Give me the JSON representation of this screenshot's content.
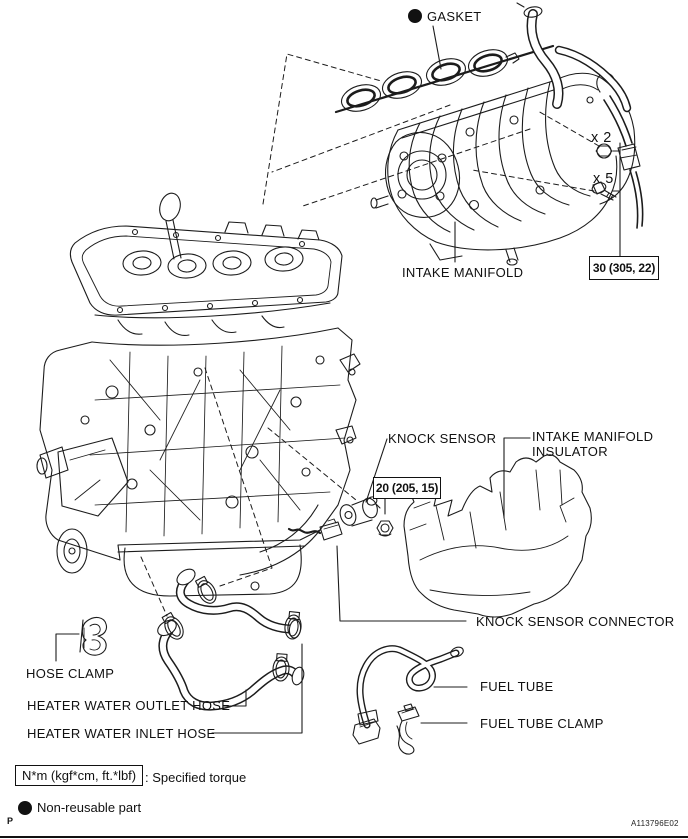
{
  "figure": {
    "code": "A113796E02",
    "page_marker": "P"
  },
  "parts": {
    "gasket": {
      "label": "GASKET",
      "non_reusable": true
    },
    "intake_manifold": {
      "label": "INTAKE MANIFOLD",
      "torque": "30 (305, 22)",
      "bolt_counts": [
        "x 2",
        "x 5"
      ]
    },
    "knock_sensor": {
      "label": "KNOCK SENSOR",
      "torque": "20 (205, 15)"
    },
    "intake_manifold_insulator": {
      "label_line1": "INTAKE MANIFOLD",
      "label_line2": "INSULATOR"
    },
    "knock_sensor_connector": {
      "label": "KNOCK SENSOR CONNECTOR"
    },
    "hose_clamp": {
      "label": "HOSE CLAMP"
    },
    "heater_water_outlet_hose": {
      "label": "HEATER WATER OUTLET HOSE"
    },
    "heater_water_inlet_hose": {
      "label": "HEATER WATER INLET HOSE"
    },
    "fuel_tube": {
      "label": "FUEL TUBE"
    },
    "fuel_tube_clamp": {
      "label": "FUEL TUBE CLAMP"
    }
  },
  "legend": {
    "torque_box": "N*m (kgf*cm, ft.*lbf)",
    "torque_caption": ": Specified torque",
    "non_reusable_caption": "Non-reusable part"
  },
  "colors": {
    "ink": "#1c1c1c",
    "paper": "#ffffff"
  }
}
